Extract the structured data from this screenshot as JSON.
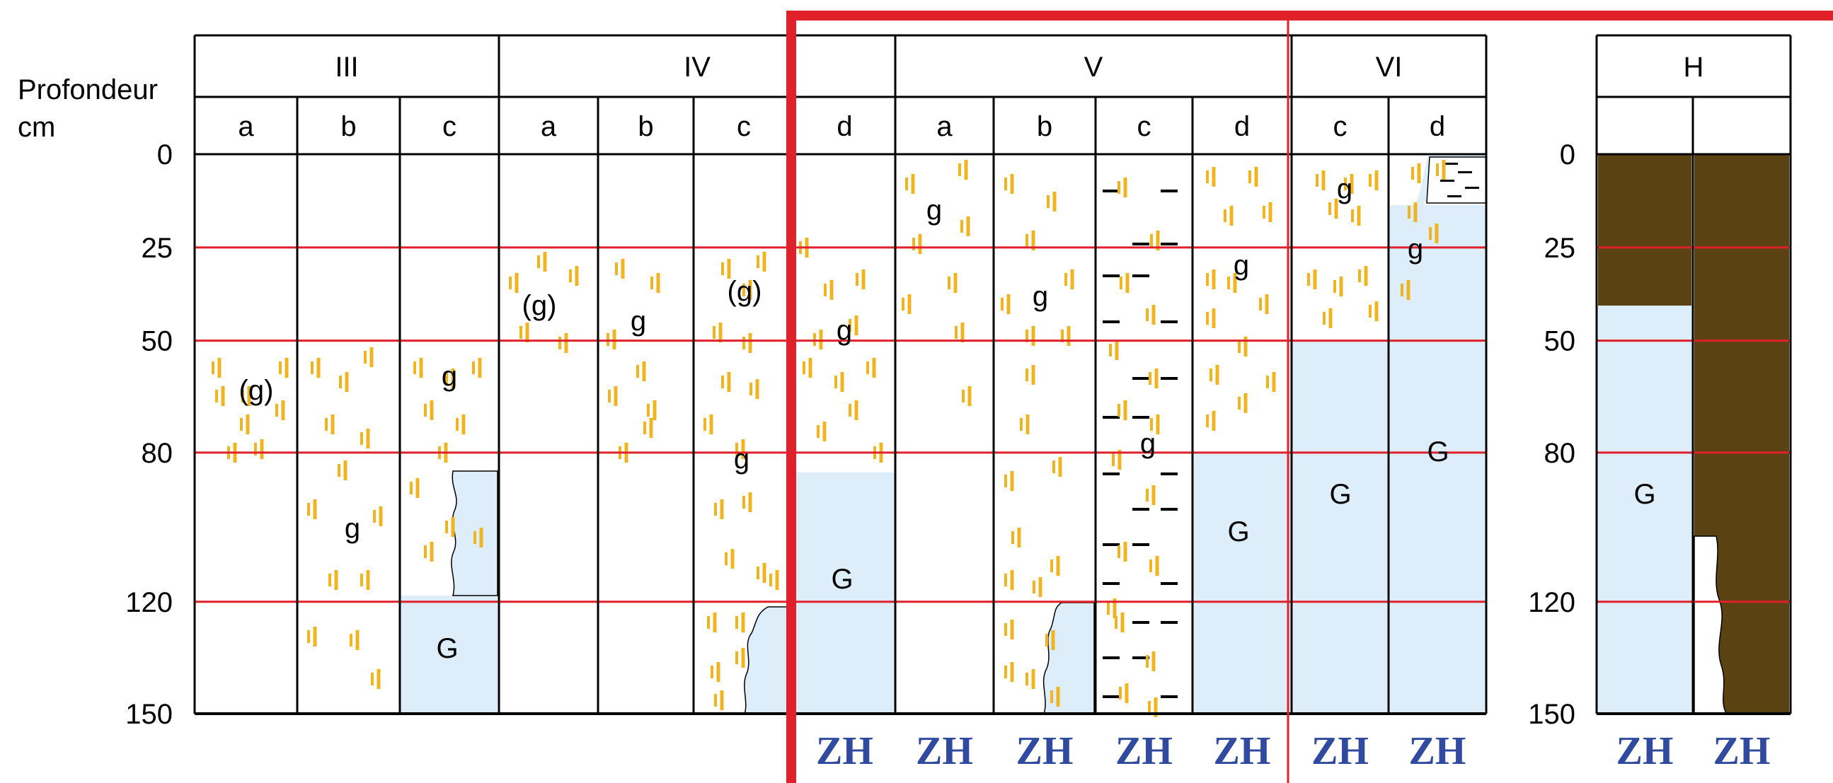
{
  "axis": {
    "title_line1": "Profondeur",
    "title_line2": "cm",
    "ticks": [
      "0",
      "25",
      "50",
      "80",
      "120",
      "150"
    ],
    "tick_values": [
      0,
      25,
      50,
      80,
      120,
      150
    ],
    "right_ticks": [
      "0",
      "25",
      "50",
      "80",
      "120",
      "150"
    ]
  },
  "groups": [
    {
      "label": "III",
      "span": 3
    },
    {
      "label": "IV",
      "span": 4
    },
    {
      "label": "V",
      "span": 4
    },
    {
      "label": "VI",
      "span": 2
    }
  ],
  "columns": [
    {
      "label": "a",
      "zh": ""
    },
    {
      "label": "b",
      "zh": ""
    },
    {
      "label": "c",
      "zh": ""
    },
    {
      "label": "a",
      "zh": ""
    },
    {
      "label": "b",
      "zh": ""
    },
    {
      "label": "c",
      "zh": ""
    },
    {
      "label": "d",
      "zh": "ZH"
    },
    {
      "label": "a",
      "zh": "ZH"
    },
    {
      "label": "b",
      "zh": "ZH"
    },
    {
      "label": "c",
      "zh": "ZH"
    },
    {
      "label": "d",
      "zh": "ZH"
    },
    {
      "label": "c",
      "zh": "ZH"
    },
    {
      "label": "d",
      "zh": "ZH"
    }
  ],
  "h_table": {
    "label": "H",
    "columns": [
      {
        "label": "",
        "zh": "ZH"
      },
      {
        "label": "",
        "zh": "ZH"
      }
    ]
  },
  "annotations": {
    "III-a": "(g)",
    "III-b": "g",
    "III-c-top": "g",
    "III-c-g": "G",
    "IV-a": "(g)",
    "IV-b": "g",
    "IV-c-top": "(g)",
    "IV-c-mid": "g",
    "IV-d": "g",
    "IV-d-g": "G",
    "V-a": "g",
    "V-b": "g",
    "V-c": "g",
    "V-d": "g",
    "V-d-g": "G",
    "VI-c": "g",
    "VI-c-g": "G",
    "VI-d": "g",
    "VI-d-g": "G",
    "H-a-g": "G"
  },
  "colors": {
    "depth_lines": "#e0202a",
    "gley": "#ddeefa",
    "peat": "#5a4213",
    "mottles": "#f0b420",
    "zh_text": "#2f4a9e"
  }
}
